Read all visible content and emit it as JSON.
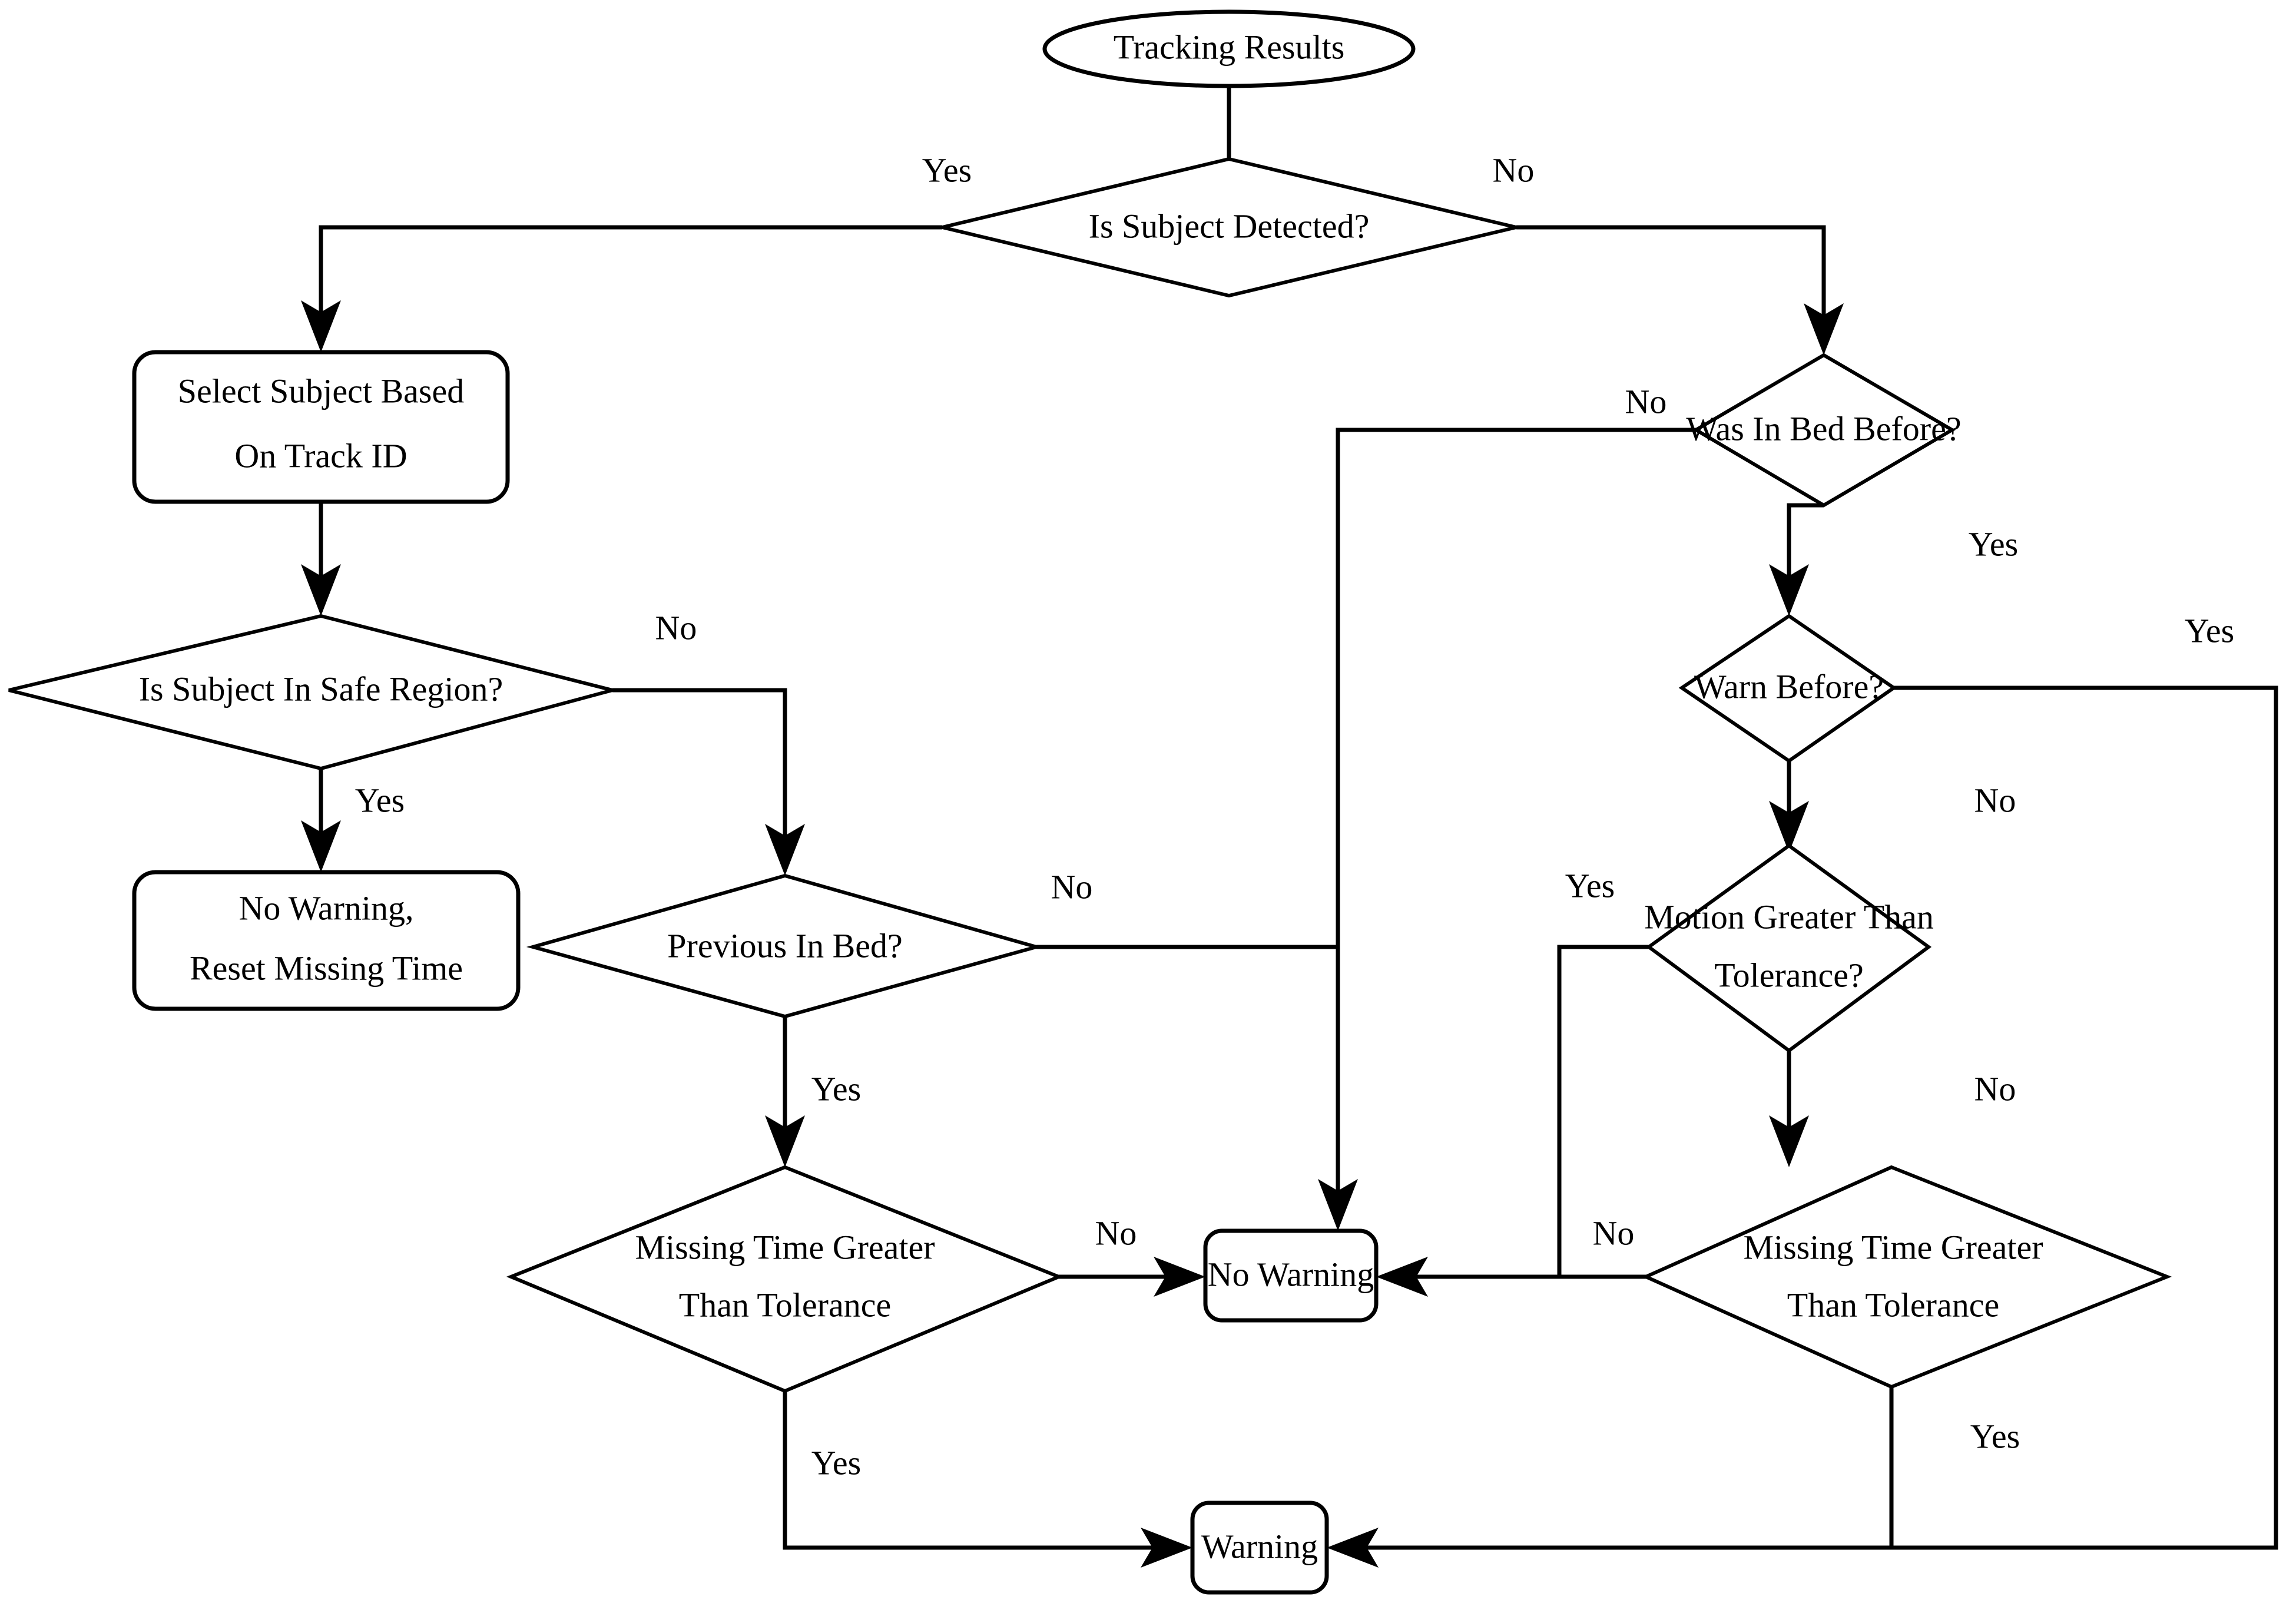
{
  "diagram": {
    "type": "flowchart",
    "title": "Tracking Results Warning Decision Flow",
    "background_color": "#ffffff",
    "stroke_color": "#000000",
    "fill_color": "#ffffff"
  },
  "nodes": {
    "start": {
      "label": "Tracking Results",
      "shape": "ellipse"
    },
    "is_subject_detected": {
      "label": "Is Subject Detected?",
      "shape": "diamond"
    },
    "select_subject": {
      "line1": "Select Subject Based",
      "line2": "On Track ID",
      "shape": "rounded-rect"
    },
    "is_in_safe_region": {
      "label": "Is Subject In Safe Region?",
      "shape": "diamond"
    },
    "no_warning_reset": {
      "line1": "No Warning,",
      "line2": "Reset Missing Time",
      "shape": "rounded-rect"
    },
    "previous_in_bed": {
      "label": "Previous In Bed?",
      "shape": "diamond"
    },
    "missing_time_left": {
      "line1": "Missing Time Greater",
      "line2": "Than Tolerance",
      "shape": "diamond"
    },
    "was_in_bed_before": {
      "label": "Was In Bed Before?",
      "shape": "diamond"
    },
    "warn_before": {
      "label": "Warn Before?",
      "shape": "diamond"
    },
    "motion_greater": {
      "line1": "Motion Greater Than",
      "line2": "Tolerance?",
      "shape": "diamond"
    },
    "missing_time_right": {
      "line1": "Missing Time Greater",
      "line2": "Than Tolerance",
      "shape": "diamond"
    },
    "no_warning": {
      "label": "No Warning",
      "shape": "rounded-rect"
    },
    "warning": {
      "label": "Warning",
      "shape": "rounded-rect"
    }
  },
  "edge_labels": {
    "detected_yes": "Yes",
    "detected_no": "No",
    "safe_region_no": "No",
    "safe_region_yes": "Yes",
    "previous_in_bed_no": "No",
    "previous_in_bed_yes": "Yes",
    "missing_left_no": "No",
    "missing_left_yes": "Yes",
    "was_in_bed_no": "No",
    "was_in_bed_yes": "Yes",
    "warn_before_yes": "Yes",
    "warn_before_no": "No",
    "motion_yes": "Yes",
    "motion_no": "No",
    "missing_right_no": "No",
    "missing_right_yes": "Yes"
  }
}
